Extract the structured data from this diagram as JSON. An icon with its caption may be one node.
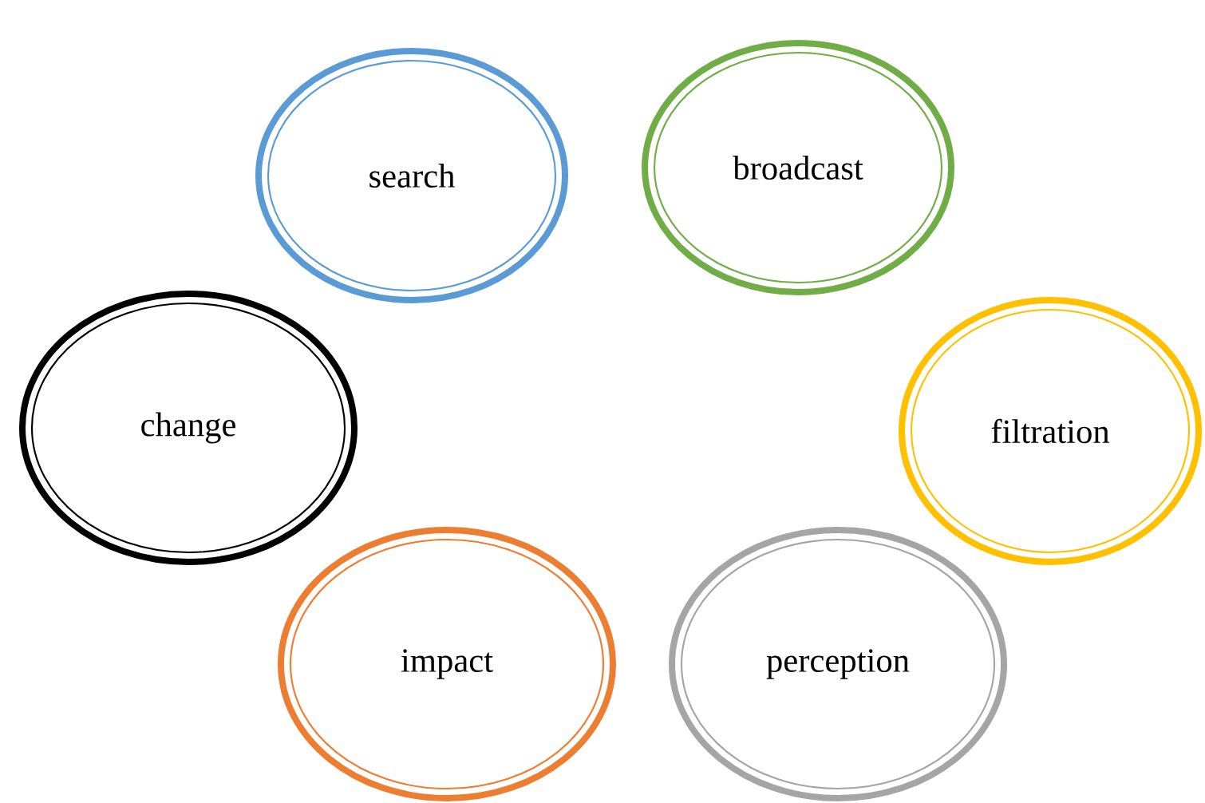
{
  "diagram": {
    "nodes": [
      {
        "text": [
          "search"
        ]
      },
      {
        "text": [
          "broadcast"
        ]
      },
      {
        "text": [
          "change"
        ]
      },
      {
        "text": [
          "filtration"
        ]
      },
      {
        "text": [
          "impact"
        ]
      },
      {
        "text": [
          "perception"
        ]
      }
    ]
  }
}
